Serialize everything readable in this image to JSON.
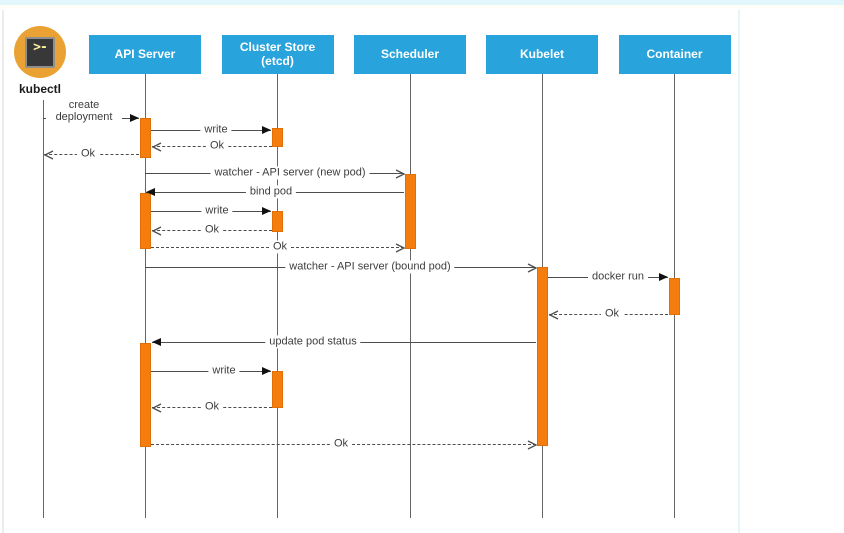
{
  "diagram": {
    "kind": "sequence-diagram",
    "subject": "Kubernetes pod creation flow"
  },
  "colors": {
    "header_fill": "#29a3db",
    "header_text": "#ffffff",
    "activation_fill": "#f57d0e",
    "activation_border": "#e06f06",
    "lifeline": "#666666",
    "arrow_line": "#4d4d4d",
    "arrowhead_filled": "#111111",
    "label_text": "#3d3d3d",
    "kubectl_circle": "#e9a233",
    "terminal_bg": "#383838",
    "terminal_border": "#8f8f8f",
    "terminal_glyph": "#f9f3a0",
    "top_strip": "#e1f7fc"
  },
  "actors": [
    {
      "id": "kubectl",
      "label": "kubectl",
      "icon": "terminal-icon",
      "icon_glyph": ">-"
    },
    {
      "id": "api-server",
      "label": "API Server"
    },
    {
      "id": "cluster-store",
      "label": "Cluster Store (etcd)"
    },
    {
      "id": "scheduler",
      "label": "Scheduler"
    },
    {
      "id": "kubelet",
      "label": "Kubelet"
    },
    {
      "id": "container",
      "label": "Container"
    }
  ],
  "messages": [
    {
      "label": "create deployment",
      "from": "kubectl",
      "to": "API Server",
      "line": "solid",
      "arrowhead": "filled"
    },
    {
      "label": "write",
      "from": "API Server",
      "to": "Cluster Store (etcd)",
      "line": "solid",
      "arrowhead": "filled"
    },
    {
      "label": "Ok",
      "from": "Cluster Store (etcd)",
      "to": "API Server",
      "line": "dashed",
      "arrowhead": "open"
    },
    {
      "label": "Ok",
      "from": "API Server",
      "to": "kubectl",
      "line": "dashed",
      "arrowhead": "open"
    },
    {
      "label": "watcher - API server (new pod)",
      "from": "API Server",
      "to": "Scheduler",
      "line": "solid",
      "arrowhead": "open"
    },
    {
      "label": "bind pod",
      "from": "Scheduler",
      "to": "API Server",
      "line": "solid",
      "arrowhead": "filled"
    },
    {
      "label": "write",
      "from": "API Server",
      "to": "Cluster Store (etcd)",
      "line": "solid",
      "arrowhead": "filled"
    },
    {
      "label": "Ok",
      "from": "Cluster Store (etcd)",
      "to": "API Server",
      "line": "dashed",
      "arrowhead": "open"
    },
    {
      "label": "Ok",
      "from": "API Server",
      "to": "Scheduler",
      "line": "dashed",
      "arrowhead": "open"
    },
    {
      "label": "watcher - API server (bound pod)",
      "from": "API Server",
      "to": "Kubelet",
      "line": "solid",
      "arrowhead": "open"
    },
    {
      "label": "docker run",
      "from": "Kubelet",
      "to": "Container",
      "line": "solid",
      "arrowhead": "filled"
    },
    {
      "label": "Ok",
      "from": "Container",
      "to": "Kubelet",
      "line": "dashed",
      "arrowhead": "open"
    },
    {
      "label": "update pod status",
      "from": "Kubelet",
      "to": "API Server",
      "line": "solid",
      "arrowhead": "filled"
    },
    {
      "label": "write",
      "from": "API Server",
      "to": "Cluster Store (etcd)",
      "line": "solid",
      "arrowhead": "filled"
    },
    {
      "label": "Ok",
      "from": "Cluster Store (etcd)",
      "to": "API Server",
      "line": "dashed",
      "arrowhead": "open"
    },
    {
      "label": "Ok",
      "from": "API Server",
      "to": "Kubelet",
      "line": "dashed",
      "arrowhead": "open"
    }
  ]
}
